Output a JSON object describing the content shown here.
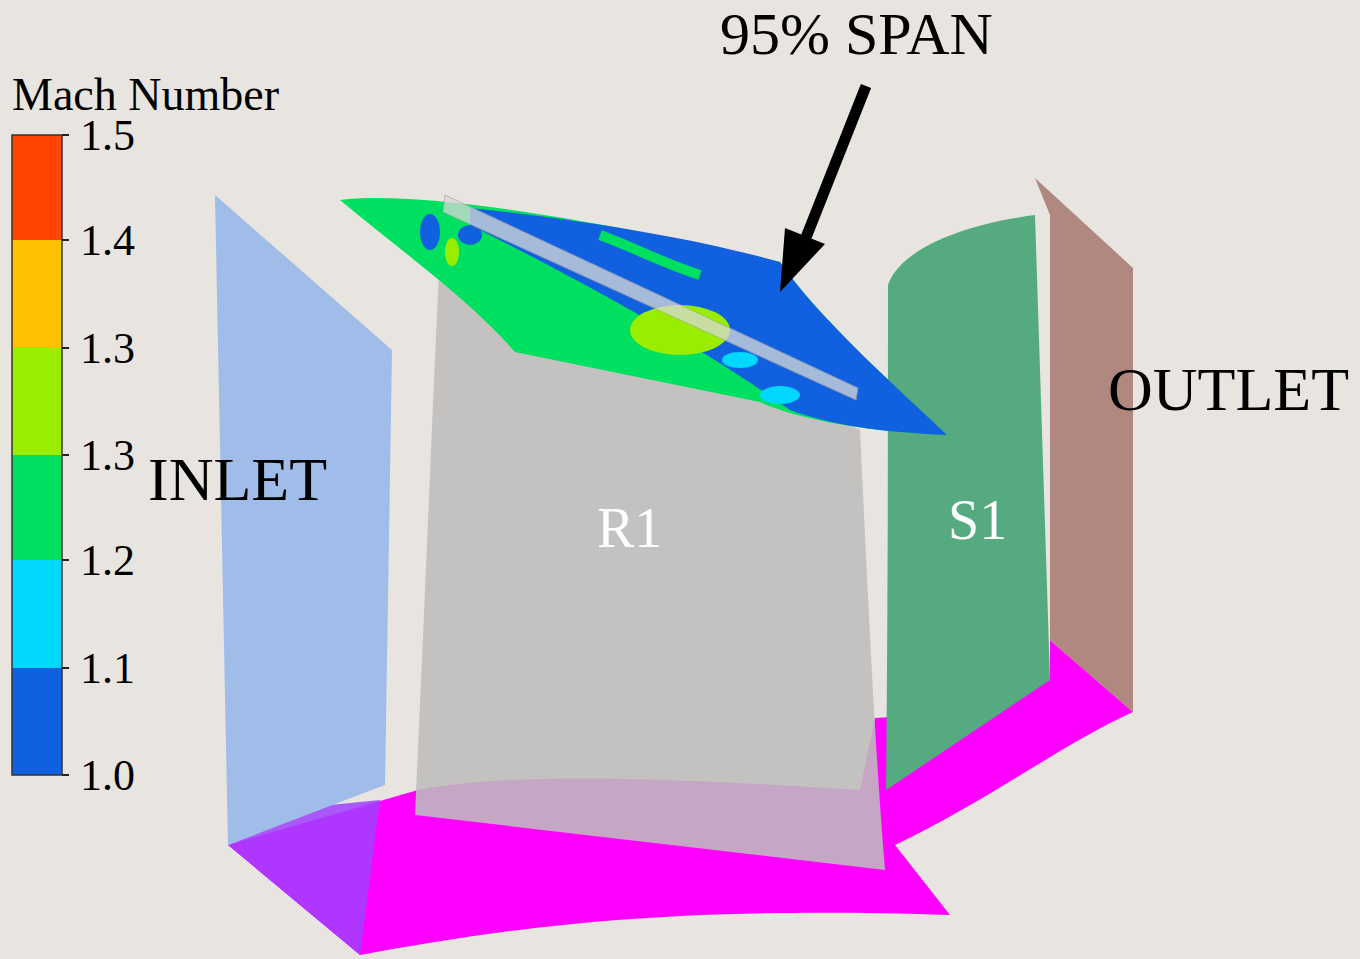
{
  "diagram": {
    "labels": [
      "95% SPAN",
      "Mach Number",
      "1.5",
      "1.4",
      "1.3",
      "1.3",
      "1.2",
      "1.1",
      "1.0",
      "INLET",
      "R1",
      "S1",
      "OUTLET"
    ]
  }
}
